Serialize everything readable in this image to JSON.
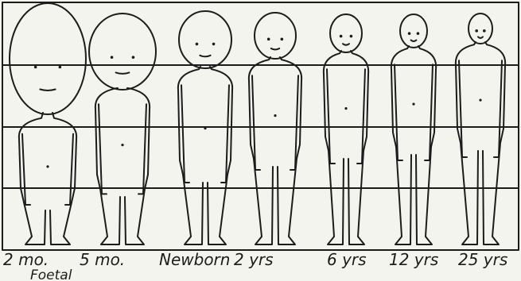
{
  "figures": [
    {
      "label": "2 mo.",
      "head_units": 2.1
    },
    {
      "label": "5 mo.",
      "head_units": 1.85
    },
    {
      "label": "Newborn",
      "head_units": 1.3
    },
    {
      "label": "2 yrs",
      "head_units": 1.05
    },
    {
      "label": "6 yrs",
      "head_units": 0.9
    },
    {
      "label": "12 yrs",
      "head_units": 0.8
    },
    {
      "label": "25 yrs",
      "head_units": 0.7
    }
  ],
  "group_label": "Foetal"
}
